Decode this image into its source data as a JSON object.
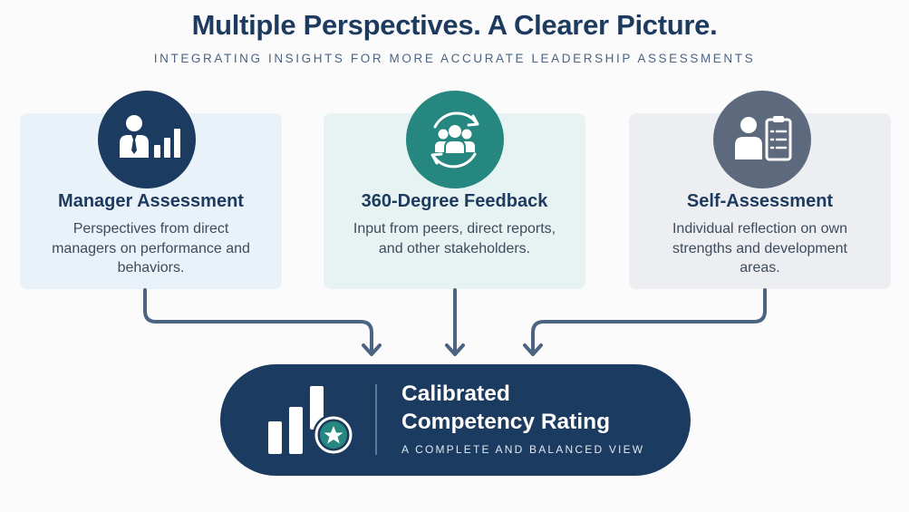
{
  "header": {
    "title": "Multiple Perspectives. A Clearer Picture.",
    "subtitle": "INTEGRATING INSIGHTS FOR MORE ACCURATE LEADERSHIP ASSESSMENTS"
  },
  "sources": [
    {
      "title": "Manager Assessment",
      "description": "Perspectives from direct managers on performance and behaviors.",
      "icon": "manager-chart-icon",
      "color": "#1c3b61"
    },
    {
      "title": "360-Degree Feedback",
      "description": "Input from peers, direct reports, and other stakeholders.",
      "icon": "group-cycle-icon",
      "color": "#25877f"
    },
    {
      "title": "Self-Assessment",
      "description": "Individual reflection on own strengths and development areas.",
      "icon": "person-clipboard-icon",
      "color": "#5d6a7e"
    }
  ],
  "result": {
    "title_line1": "Calibrated",
    "title_line2": "Competency Rating",
    "subtitle": "A COMPLETE AND BALANCED VIEW",
    "icon": "bar-chart-star-icon",
    "color": "#1c3b61"
  },
  "colors": {
    "connector": "#4b6482",
    "title": "#1d3a5f"
  }
}
